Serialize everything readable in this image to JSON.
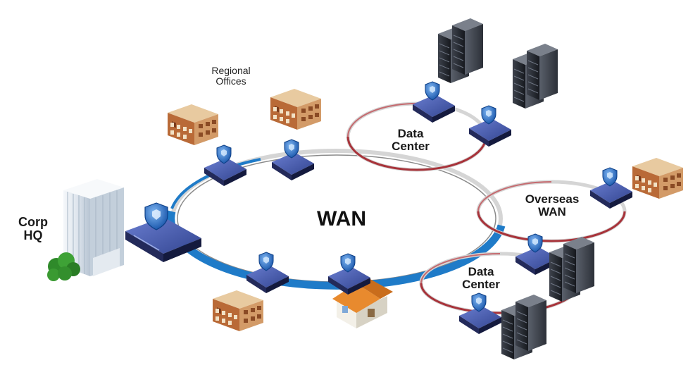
{
  "diagram": {
    "center_label": "WAN",
    "corp_hq": {
      "line1": "Corp",
      "line2": "HQ"
    },
    "regional_offices": {
      "line1": "Regional",
      "line2": "Offices"
    },
    "data_center_top": {
      "line1": "Data",
      "line2": "Center"
    },
    "data_center_bottom": {
      "line1": "Data",
      "line2": "Center"
    },
    "overseas": {
      "line1": "Overseas",
      "line2": "WAN"
    }
  },
  "colors": {
    "ring_outer": "#d2d2d2",
    "ring_blue": "#1f7bc8",
    "ring_red": "#a8333a",
    "device_top": "#4b5fb0",
    "device_front": "#1d2450",
    "shield": "#1d6fd0",
    "server_body": "#2a2e36",
    "office_wall": "#c9864f",
    "office_roof": "#e2c49b"
  },
  "icons": [
    "shield-icon",
    "router-icon",
    "server-icon",
    "office-building-icon",
    "skyscraper-icon",
    "house-icon"
  ]
}
